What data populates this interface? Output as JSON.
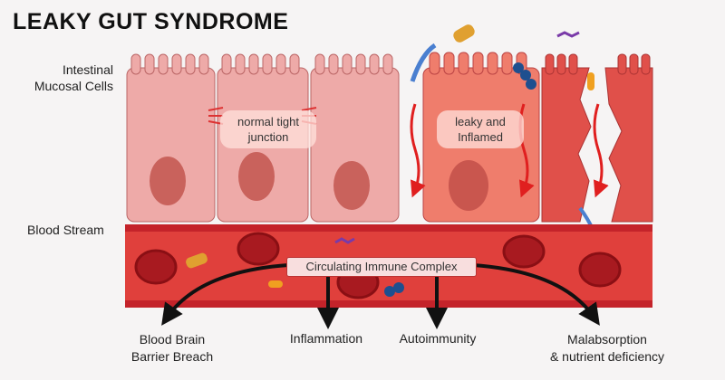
{
  "title": "LEAKY GUT SYNDROME",
  "labels": {
    "mucosal_line1": "Intestinal",
    "mucosal_line2": "Mucosal Cells",
    "blood_stream": "Blood Stream",
    "normal_line1": "normal tight",
    "normal_line2": "junction",
    "leaky_line1": "leaky and",
    "leaky_line2": "Inflamed",
    "circulating": "Circulating Immune Complex"
  },
  "outcomes": [
    {
      "line1": "Blood Brain",
      "line2": "Barrier Breach"
    },
    {
      "line1": "Inflammation",
      "line2": ""
    },
    {
      "line1": "Autoimmunity",
      "line2": ""
    },
    {
      "line1": "Malabsorption",
      "line2": "& nutrient deficiency"
    }
  ],
  "colors": {
    "normal_cell": "#eeaaa8",
    "inflamed_cell": "#ef7d6c",
    "damaged_cell": "#e0504a",
    "nucleus": "#c9625c",
    "blood_outer": "#c4232a",
    "blood_inner": "#e0403c",
    "arrow": "#e01f1f"
  }
}
